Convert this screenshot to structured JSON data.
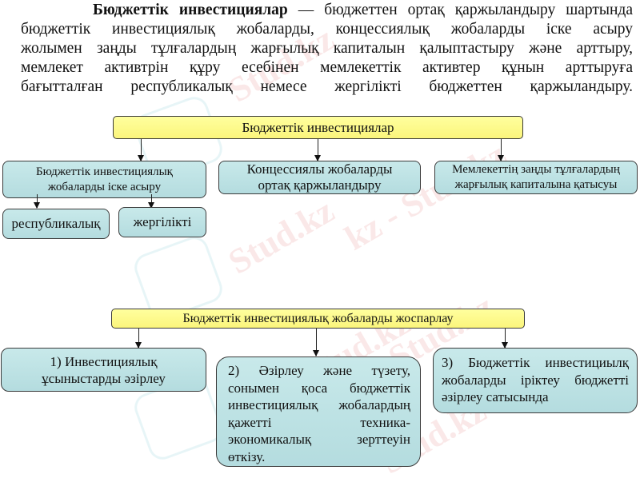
{
  "paragraph": {
    "term": "Бюджеттік инвестициялар",
    "lines": [
      " — бюджеттен ортақ қаржыландыру шартында",
      "бюджеттік инвестициялық жобаларды, концессиялық жобаларды іске асыру",
      "жолымен заңды тұлғалардың жарғылық капиталын қалыптастыру және арттыру,",
      "мемлекет активтрін құру есебінен мемлекеттік активтер құнын арттыруға",
      "бағытталған республикалық немесе жергілікті бюджеттен қаржыландыру."
    ]
  },
  "diagram1": {
    "root": "Бюджеттік инвестициялар",
    "children": [
      {
        "label_lines": [
          "Бюджеттік инвестициялық",
          "жобаларды іске асыру"
        ],
        "children": [
          "республикалық",
          "жергілікті"
        ]
      },
      {
        "label_lines": [
          "Концессиялы жобаларды",
          "ортақ қаржыландыру"
        ]
      },
      {
        "label_lines": [
          "Мемлекеттің заңды тұлғалардың",
          "жарғылық капиталына қатысуы"
        ]
      }
    ]
  },
  "diagram2": {
    "root": "Бюджеттік инвестициялық жобаларды жоспарлау",
    "steps": [
      {
        "label_lines": [
          "1) Инвестициялық",
          "ұсыныстарды әзірлеу"
        ]
      },
      {
        "label_lines": [
          "2) Әзірлеу және түзету,",
          "сонымен қоса бюджеттік",
          "инвестициялық жобалардың",
          "қажетті техника-",
          "экономикалық зерттеуін",
          "өткізу."
        ]
      },
      {
        "label_lines": [
          "3) Бюджеттік инвестициылқ",
          "жобаларды іріктеу бюджетті",
          "әзірлеу сатысында"
        ]
      }
    ]
  },
  "watermark": {
    "text": "Stud.kz",
    "text_alt": "kz - Stud.kz"
  },
  "colors": {
    "root_box_fill": "#fdf78a",
    "child_box_fill": "#bfe3e5",
    "border": "#3a3a3a",
    "watermark": "#dc5050"
  }
}
